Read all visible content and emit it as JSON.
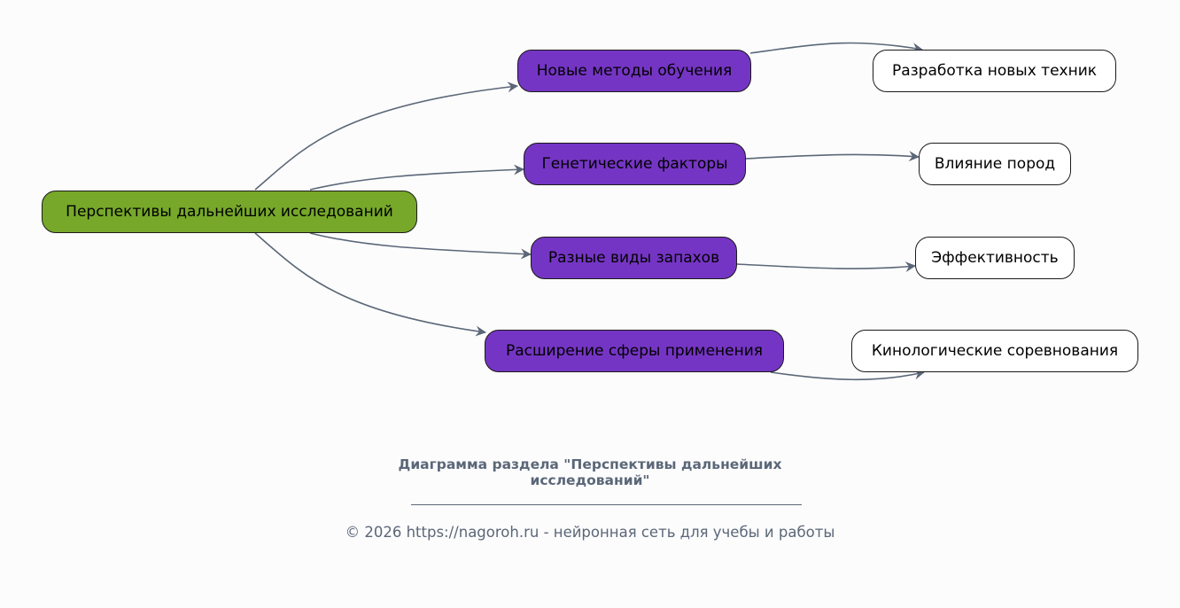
{
  "diagram": {
    "root": {
      "id": "root",
      "label": "Перспективы дальнейших исследований"
    },
    "branches": [
      {
        "id": "b1",
        "label": "Новые методы обучения",
        "child": {
          "id": "l1",
          "label": "Разработка новых техник"
        }
      },
      {
        "id": "b2",
        "label": "Генетические факторы",
        "child": {
          "id": "l2",
          "label": "Влияние пород"
        }
      },
      {
        "id": "b3",
        "label": "Разные виды запахов",
        "child": {
          "id": "l3",
          "label": "Эффективность"
        }
      },
      {
        "id": "b4",
        "label": "Расширение сферы применения",
        "child": {
          "id": "l4",
          "label": "Кинологические соревнования"
        }
      }
    ],
    "colors": {
      "root_fill": "#77a82a",
      "branch_fill": "#7535c4",
      "leaf_fill": "#ffffff",
      "edge": "#5b6778",
      "caption": "#5b6778"
    }
  },
  "caption": {
    "title_line1": "Диаграмма раздела \"Перспективы дальнейших",
    "title_line2": "исследований\"",
    "footer": "© 2026 https://nagoroh.ru - нейронная сеть для учебы и работы"
  }
}
